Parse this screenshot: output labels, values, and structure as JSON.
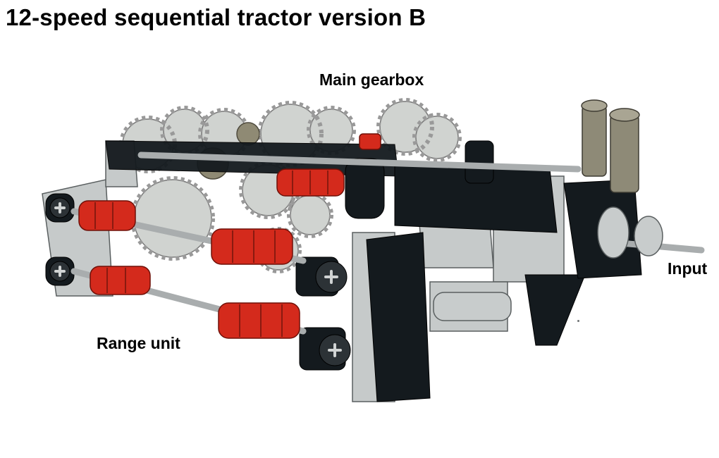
{
  "title": "12-speed sequential tractor version B",
  "labels": {
    "main_gearbox": "Main gearbox",
    "range_unit": "Range unit",
    "input": "Input"
  },
  "colors": {
    "red": "#d42a1c",
    "black": "#141a1e",
    "light_gray": "#c8cccc",
    "gear_gray": "#cfd2cf",
    "dark_tan": "#8f8a74"
  }
}
